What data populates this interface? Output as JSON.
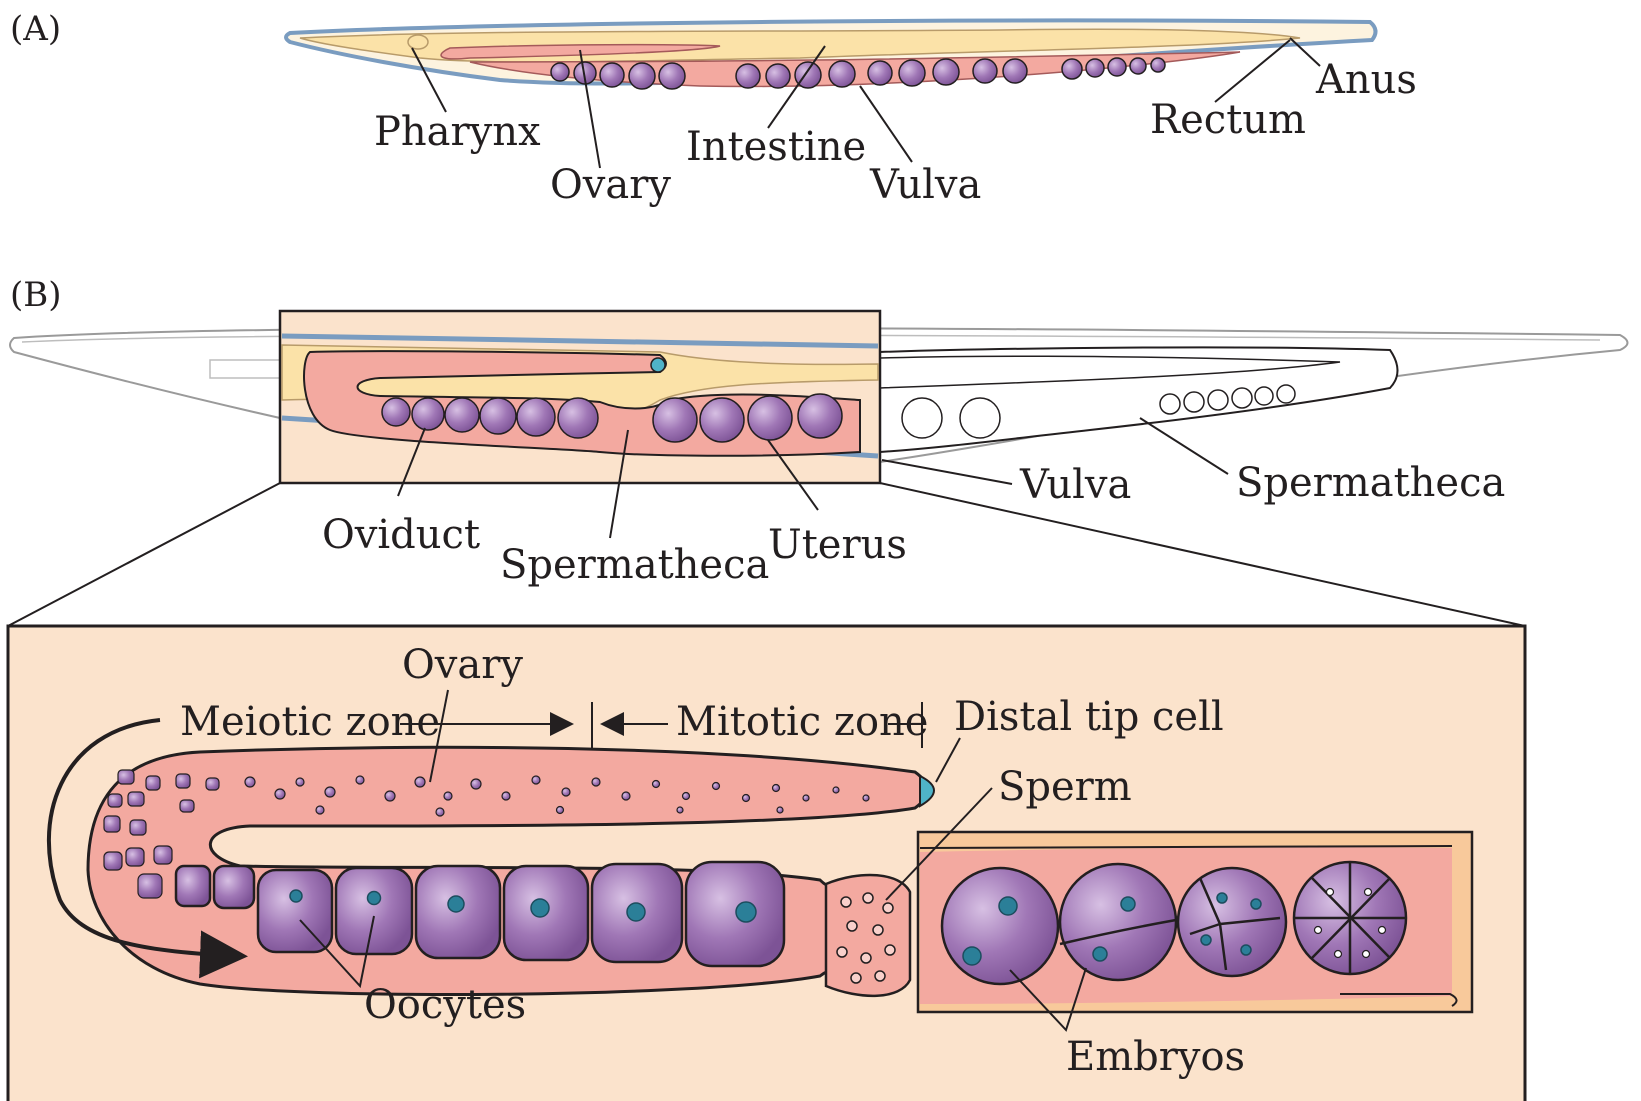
{
  "panels": {
    "a": {
      "tag": "(A)"
    },
    "b": {
      "tag": "(B)"
    }
  },
  "labels_a": {
    "pharynx": "Pharynx",
    "ovary": "Ovary",
    "intestine": "Intestine",
    "vulva": "Vulva",
    "rectum": "Rectum",
    "anus": "Anus"
  },
  "labels_b": {
    "oviduct": "Oviduct",
    "spermatheca_inset": "Spermatheca",
    "uterus": "Uterus",
    "vulva": "Vulva",
    "spermatheca": "Spermatheca"
  },
  "labels_detail": {
    "ovary": "Ovary",
    "meiotic_zone": "Meiotic zone",
    "mitotic_zone": "Mitotic zone",
    "distal_tip_cell": "Distal tip cell",
    "sperm": "Sperm",
    "oocytes": "Oocytes",
    "embryos": "Embryos"
  },
  "colors": {
    "gonad_pink": "#f3a9a0",
    "cell_purple": "#9b6fb0",
    "nucleus_teal": "#2b7f98",
    "intestine_yellow": "#fbe2a8",
    "inset_bg": "#fbe3cc",
    "cuticle_blue": "#7a9cc0",
    "distal_tip": "#4fb3c8"
  }
}
